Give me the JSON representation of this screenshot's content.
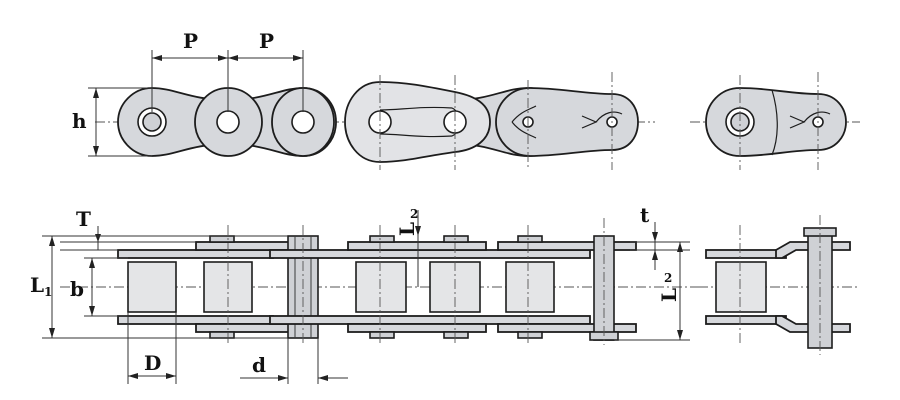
{
  "labels": {
    "pitch_1": "P",
    "pitch_2": "P",
    "height": "h",
    "plate_thickness": "T",
    "length_1": "L",
    "length_1_sub": "1",
    "inner_width": "b",
    "roller_diameter": "D",
    "pin_diameter": "d",
    "length_2_top": "L",
    "length_2_top_sub": "2",
    "thin_plate": "t",
    "length_2_side": "L",
    "length_2_side_sub": "2"
  }
}
